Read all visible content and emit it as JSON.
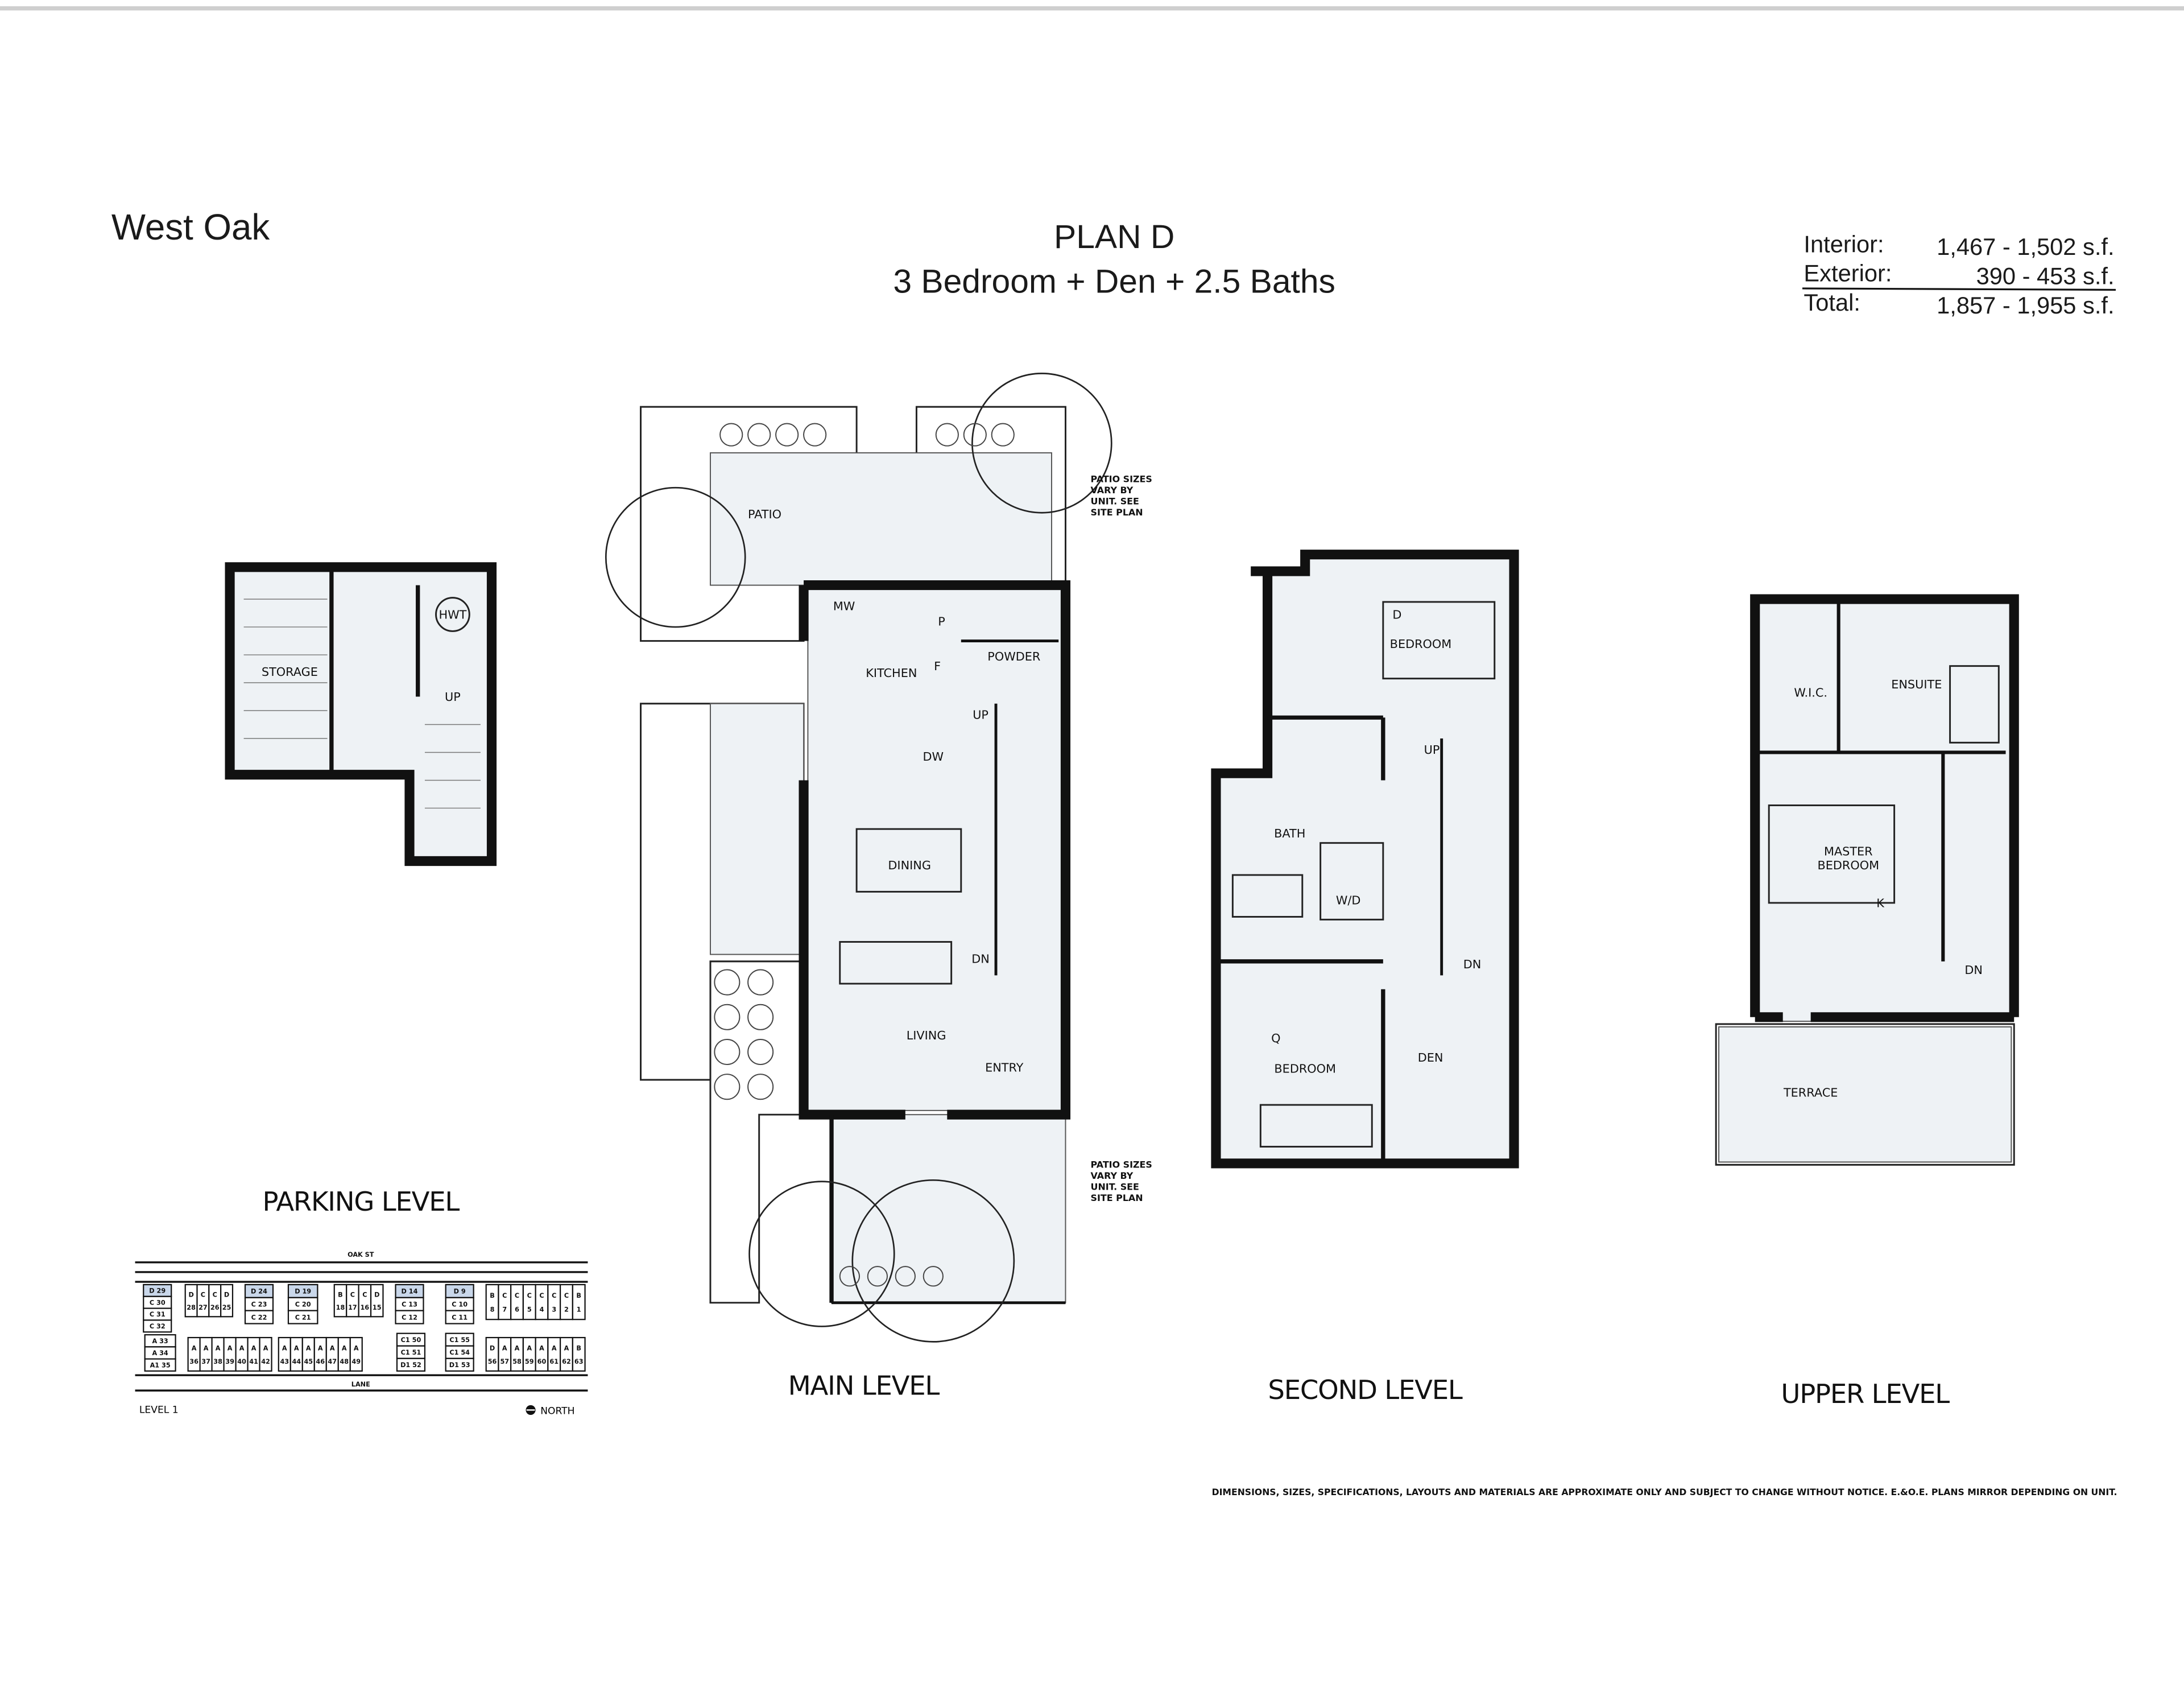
{
  "header": {
    "project": "West Oak",
    "plan": "PLAN D",
    "subtitle": "3 Bedroom + Den + 2.5 Baths"
  },
  "areas": [
    {
      "label": "Interior:",
      "value": "1,467 - 1,502 s.f."
    },
    {
      "label": "Exterior:",
      "value": "390 - 453 s.f."
    },
    {
      "label": "Total:",
      "value": "1,857 - 1,955 s.f."
    }
  ],
  "levels": {
    "parking": {
      "label": "PARKING LEVEL",
      "rooms": [
        "STORAGE",
        "HWT",
        "UP"
      ]
    },
    "main": {
      "label": "MAIN LEVEL",
      "rooms": [
        "PATIO",
        "MW",
        "P",
        "F",
        "KITCHEN",
        "POWDER",
        "UP",
        "DW",
        "DINING",
        "DN",
        "LIVING",
        "ENTRY"
      ]
    },
    "second": {
      "label": "SECOND LEVEL",
      "rooms": [
        "BEDROOM",
        "D",
        "UP",
        "BATH",
        "W/D",
        "DN",
        "BEDROOM",
        "Q",
        "DEN"
      ]
    },
    "upper": {
      "label": "UPPER LEVEL",
      "rooms": [
        "W.I.C.",
        "ENSUITE",
        "MASTER",
        "BEDROOM",
        "K",
        "DN",
        "TERRACE"
      ]
    }
  },
  "patio_note": [
    "PATIO SIZES",
    "VARY BY",
    "UNIT. SEE",
    "SITE PLAN"
  ],
  "site_plan": {
    "street": "OAK ST",
    "lane": "LANE",
    "level": "LEVEL 1",
    "north": "NORTH",
    "highlight_color": "#c9d7ea",
    "blocks": [
      {
        "orient": "v",
        "units": [
          "D 29",
          "C 30",
          "C 31",
          "C 32"
        ],
        "highlight": [
          "D 29"
        ]
      },
      {
        "orient": "v",
        "units": [
          "A 33",
          "A 34",
          "A1 35"
        ]
      },
      {
        "orient": "h",
        "units": [
          "D 28",
          "C 27",
          "C 26",
          "D 25"
        ]
      },
      {
        "orient": "v",
        "units": [
          "D 24",
          "C 23",
          "C 22"
        ],
        "highlight": [
          "D 24"
        ]
      },
      {
        "orient": "v",
        "units": [
          "D 19",
          "C 20",
          "C 21"
        ],
        "highlight": [
          "D 19"
        ]
      },
      {
        "orient": "h",
        "units": [
          "B 18",
          "C 17",
          "C 16",
          "D 15"
        ]
      },
      {
        "orient": "v",
        "units": [
          "D 14",
          "C 13",
          "C 12"
        ],
        "highlight": [
          "D 14"
        ]
      },
      {
        "orient": "v",
        "units": [
          "D 9",
          "C 10",
          "C 11"
        ],
        "highlight": [
          "D 9"
        ]
      },
      {
        "orient": "h",
        "units": [
          "B 8",
          "C 7",
          "C 6",
          "C 5",
          "C 4",
          "C 3",
          "C 2",
          "B 1"
        ]
      },
      {
        "orient": "h",
        "units": [
          "A 36",
          "A 37",
          "A 38",
          "A 39",
          "A 40",
          "A 41",
          "A 42"
        ]
      },
      {
        "orient": "h",
        "units": [
          "A 43",
          "A 44",
          "A 45",
          "A 46",
          "A 47",
          "A 48",
          "A 49"
        ]
      },
      {
        "orient": "v",
        "units": [
          "C1 50",
          "C1 51",
          "D1 52"
        ]
      },
      {
        "orient": "v",
        "units": [
          "C1 55",
          "C1 54",
          "D1 53"
        ]
      },
      {
        "orient": "h",
        "units": [
          "D 56",
          "A 57",
          "A 58",
          "A 59",
          "A 60",
          "A 61",
          "A 62",
          "B 63"
        ]
      }
    ]
  },
  "disclaimer": "DIMENSIONS, SIZES, SPECIFICATIONS, LAYOUTS AND MATERIALS ARE APPROXIMATE ONLY AND SUBJECT TO CHANGE WITHOUT NOTICE. E.&O.E. PLANS MIRROR DEPENDING ON UNIT."
}
